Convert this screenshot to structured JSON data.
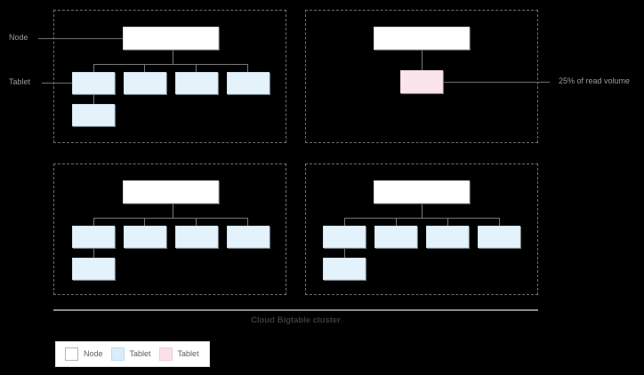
{
  "diagram": {
    "caption": "Cloud Bigtable cluster",
    "annotations": {
      "node_label": "Node",
      "tablet_label": "Tablet",
      "read_volume_label": "25% of read volume"
    },
    "colors": {
      "background": "#000000",
      "node_fill": "#ffffff",
      "tablet_blue_fill": "#e3f2fb",
      "tablet_pink_fill": "#fbe5ed",
      "connector": "#777777",
      "frame_dashed": "#6e6e6e",
      "caption_text": "#3b3b3b",
      "annotation_text": "#9a9a9a"
    },
    "quadrants": [
      {
        "id": "top-left",
        "node_count": 1,
        "tablet_row_count": 4,
        "tablet_extra_count": 1,
        "tablet_color": "blue",
        "has_highlighted_tablet": false
      },
      {
        "id": "top-right",
        "node_count": 1,
        "tablet_row_count": 1,
        "tablet_extra_count": 0,
        "tablet_color": "pink",
        "has_highlighted_tablet": true
      },
      {
        "id": "bottom-left",
        "node_count": 1,
        "tablet_row_count": 4,
        "tablet_extra_count": 1,
        "tablet_color": "blue",
        "has_highlighted_tablet": false
      },
      {
        "id": "bottom-right",
        "node_count": 1,
        "tablet_row_count": 4,
        "tablet_extra_count": 1,
        "tablet_color": "blue",
        "has_highlighted_tablet": false
      }
    ]
  },
  "legend": {
    "items": [
      {
        "swatch": "node-swatch",
        "label": "Node"
      },
      {
        "swatch": "tablet-blue-swatch",
        "label": "Tablet"
      },
      {
        "swatch": "tablet-pink-swatch",
        "label": "Tablet"
      }
    ]
  }
}
